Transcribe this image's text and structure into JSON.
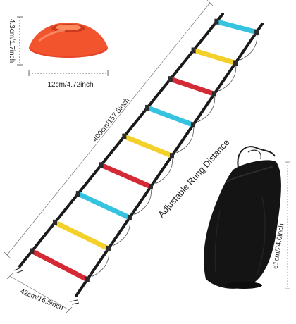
{
  "labels": {
    "cone_height": "4.3cm/1.7inch",
    "cone_width": "12cm/4.72inch",
    "ladder_length": "400cm/157.5inch",
    "ladder_width": "42cm/16.5inch",
    "rung_note": "Adjustable Rung Distance",
    "bag_height": "61cm/24.0inch"
  },
  "colors": {
    "cone": "#f2542d",
    "rung_red": "#d42a35",
    "rung_yellow": "#f4d02a",
    "rung_blue": "#35c3df",
    "rail": "#1a1a1a",
    "bag": "#141414"
  },
  "rungs": [
    "blue",
    "yellow",
    "red",
    "blue",
    "yellow",
    "red",
    "blue",
    "yellow",
    "red"
  ]
}
